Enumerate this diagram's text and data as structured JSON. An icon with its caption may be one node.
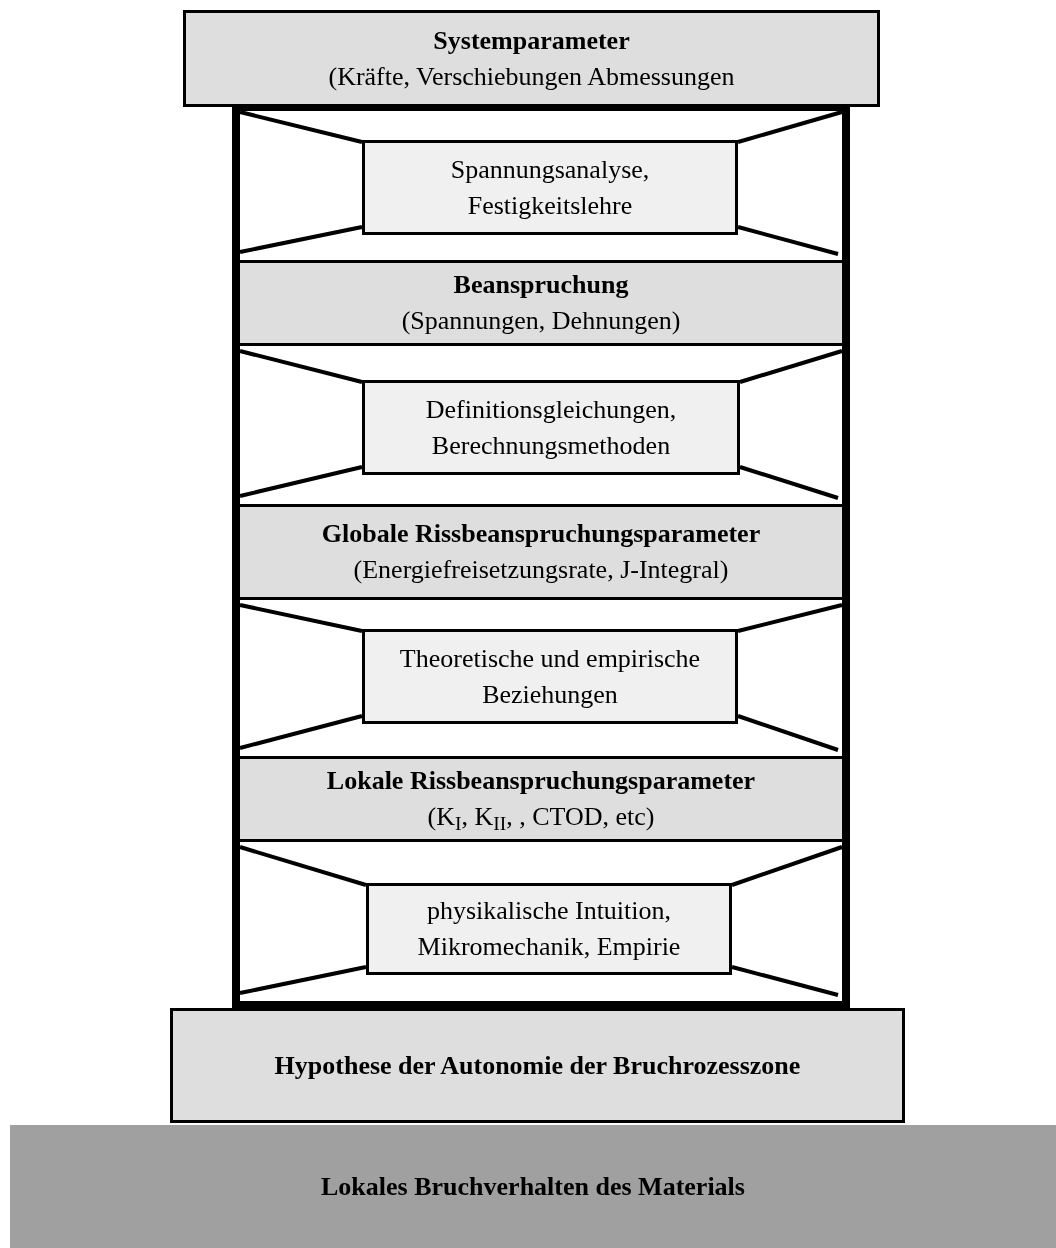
{
  "diagram": {
    "nodes": [
      {
        "text": [
          "Systemparameter",
          "(Kräfte, Verschiebungen Abmessungen"
        ]
      },
      {
        "text": [
          "Spannungsanalyse, Festigkeitslehre"
        ]
      },
      {
        "text": [
          "Beanspruchung",
          "(Spannungen, Dehnungen)"
        ]
      },
      {
        "text": [
          "Definitionsgleichungen, Berechnungsmethoden"
        ]
      },
      {
        "text": [
          "Globale Rissbeanspruchungsparameter",
          "(Energiefreisetzungsrate, J-Integral)"
        ]
      },
      {
        "text": [
          "Theoretische und empirische Beziehungen"
        ]
      },
      {
        "text": [
          "Lokale Rissbeanspruchungsparameter",
          "(K$_{I}$, K$_{II}$, , CTOD, etc)"
        ]
      },
      {
        "text": [
          "physikalische Intuition, Mikromechanik, Empirie"
        ]
      },
      {
        "text": [
          "Hypothese der Autonomie der Bruchrozesszone"
        ]
      },
      {
        "text": [
          "Lokales Bruchverhalten des Materials"
        ]
      }
    ]
  }
}
